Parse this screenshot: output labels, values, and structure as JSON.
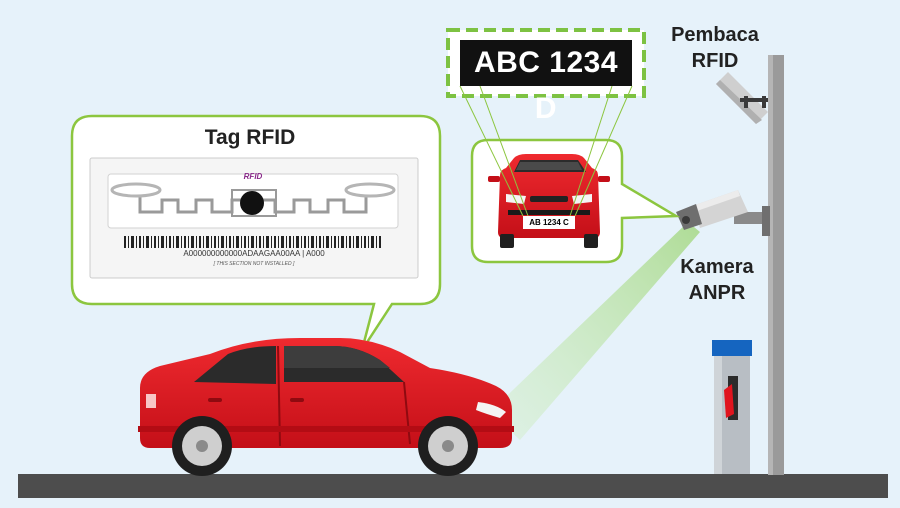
{
  "tag_callout": {
    "title": "Tag RFID",
    "logo_text": "RFID",
    "code_text": "A000000000000ADAAGAA00AA | A000",
    "note_text": "[ THIS SECTION NOT INSTALLED ]"
  },
  "plate": {
    "big_text": "ABC 1234 D",
    "small_text": "AB 1234 C"
  },
  "labels": {
    "reader": "Pembaca RFID",
    "camera": "Kamera ANPR"
  },
  "colors": {
    "background": "#e6f2fa",
    "car_red": "#e0141e",
    "callout_border": "#8cc63f",
    "dashed_green": "#7dc242",
    "pole_gray": "#9a9a9a",
    "ground": "#4d4d4d",
    "kiosk_blue": "#1565c0"
  }
}
